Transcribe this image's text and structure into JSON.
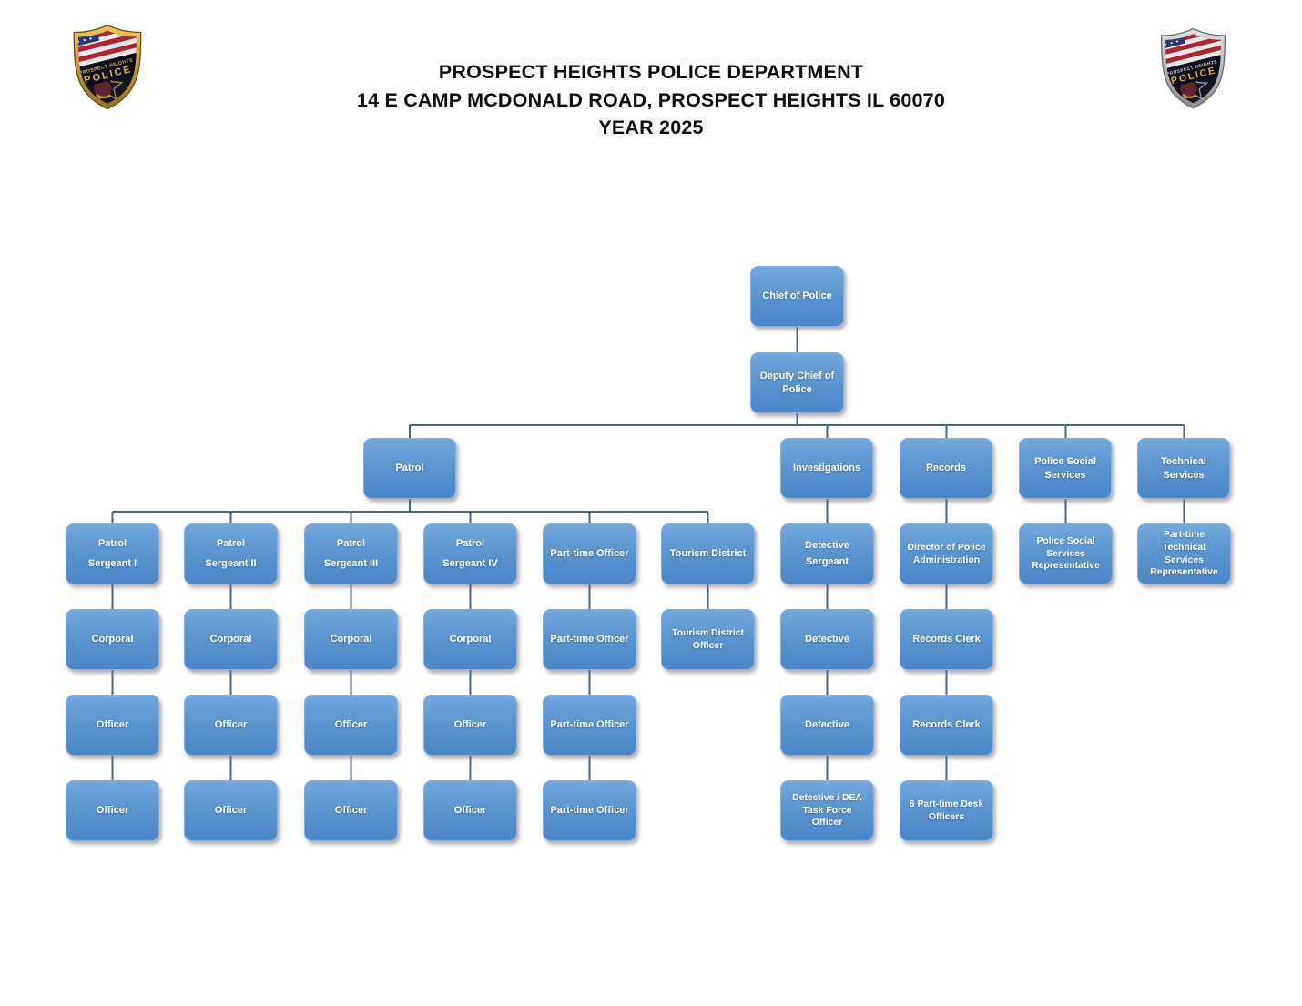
{
  "header": {
    "line1": "PROSPECT HEIGHTS POLICE DEPARTMENT",
    "line2": "14 E CAMP MCDONALD ROAD, PROSPECT HEIGHTS IL 60070",
    "line3": "YEAR 2025"
  },
  "badge": {
    "city": "PROSPECT HEIGHTS",
    "label": "POLICE"
  },
  "colors": {
    "box_fill_top": "#74A8DE",
    "box_fill_bottom": "#4C86C7",
    "box_border": "#85B0E0",
    "box_text": "#FFFFFF",
    "connector": "#44678C",
    "badge_left_rim": "#C79A3B",
    "badge_right_rim": "#A8A8A8"
  },
  "org": {
    "label": "Chief of Police",
    "children": [
      {
        "label": "Deputy Chief of\nPolice",
        "children": [
          {
            "label": "Patrol",
            "children": [
              {
                "label": "Patrol\nSergeant I",
                "children": [
                  {
                    "label": "Corporal",
                    "children": [
                      {
                        "label": "Officer",
                        "children": [
                          {
                            "label": "Officer"
                          }
                        ]
                      }
                    ]
                  }
                ]
              },
              {
                "label": "Patrol\nSergeant II",
                "children": [
                  {
                    "label": "Corporal",
                    "children": [
                      {
                        "label": "Officer",
                        "children": [
                          {
                            "label": "Officer"
                          }
                        ]
                      }
                    ]
                  }
                ]
              },
              {
                "label": "Patrol\nSergeant III",
                "children": [
                  {
                    "label": "Corporal",
                    "children": [
                      {
                        "label": "Officer",
                        "children": [
                          {
                            "label": "Officer"
                          }
                        ]
                      }
                    ]
                  }
                ]
              },
              {
                "label": "Patrol\nSergeant IV",
                "children": [
                  {
                    "label": "Corporal",
                    "children": [
                      {
                        "label": "Officer",
                        "children": [
                          {
                            "label": "Officer"
                          }
                        ]
                      }
                    ]
                  }
                ]
              },
              {
                "label": "Part-time Officer",
                "children": [
                  {
                    "label": "Part-time Officer",
                    "children": [
                      {
                        "label": "Part-time Officer",
                        "children": [
                          {
                            "label": "Part-time Officer"
                          }
                        ]
                      }
                    ]
                  }
                ]
              },
              {
                "label": "Tourism District",
                "children": [
                  {
                    "label": "Tourism District\nOfficer"
                  }
                ]
              }
            ]
          },
          {
            "label": "Investigations",
            "children": [
              {
                "label": "Detective\nSergeant",
                "children": [
                  {
                    "label": "Detective",
                    "children": [
                      {
                        "label": "Detective",
                        "children": [
                          {
                            "label": "Detective / DEA\nTask Force\nOfficer"
                          }
                        ]
                      }
                    ]
                  }
                ]
              }
            ]
          },
          {
            "label": "Records",
            "children": [
              {
                "label": "Director of Police\nAdministration",
                "children": [
                  {
                    "label": "Records Clerk",
                    "children": [
                      {
                        "label": "Records Clerk",
                        "children": [
                          {
                            "label": "6 Part-time Desk\nOfficers"
                          }
                        ]
                      }
                    ]
                  }
                ]
              }
            ]
          },
          {
            "label": "Police Social\nServices",
            "children": [
              {
                "label": "Police Social\nServices\nRepresentative"
              }
            ]
          },
          {
            "label": "Technical\nServices",
            "children": [
              {
                "label": "Part-time\nTechnical\nServices\nRepresentative"
              }
            ]
          }
        ]
      }
    ]
  }
}
